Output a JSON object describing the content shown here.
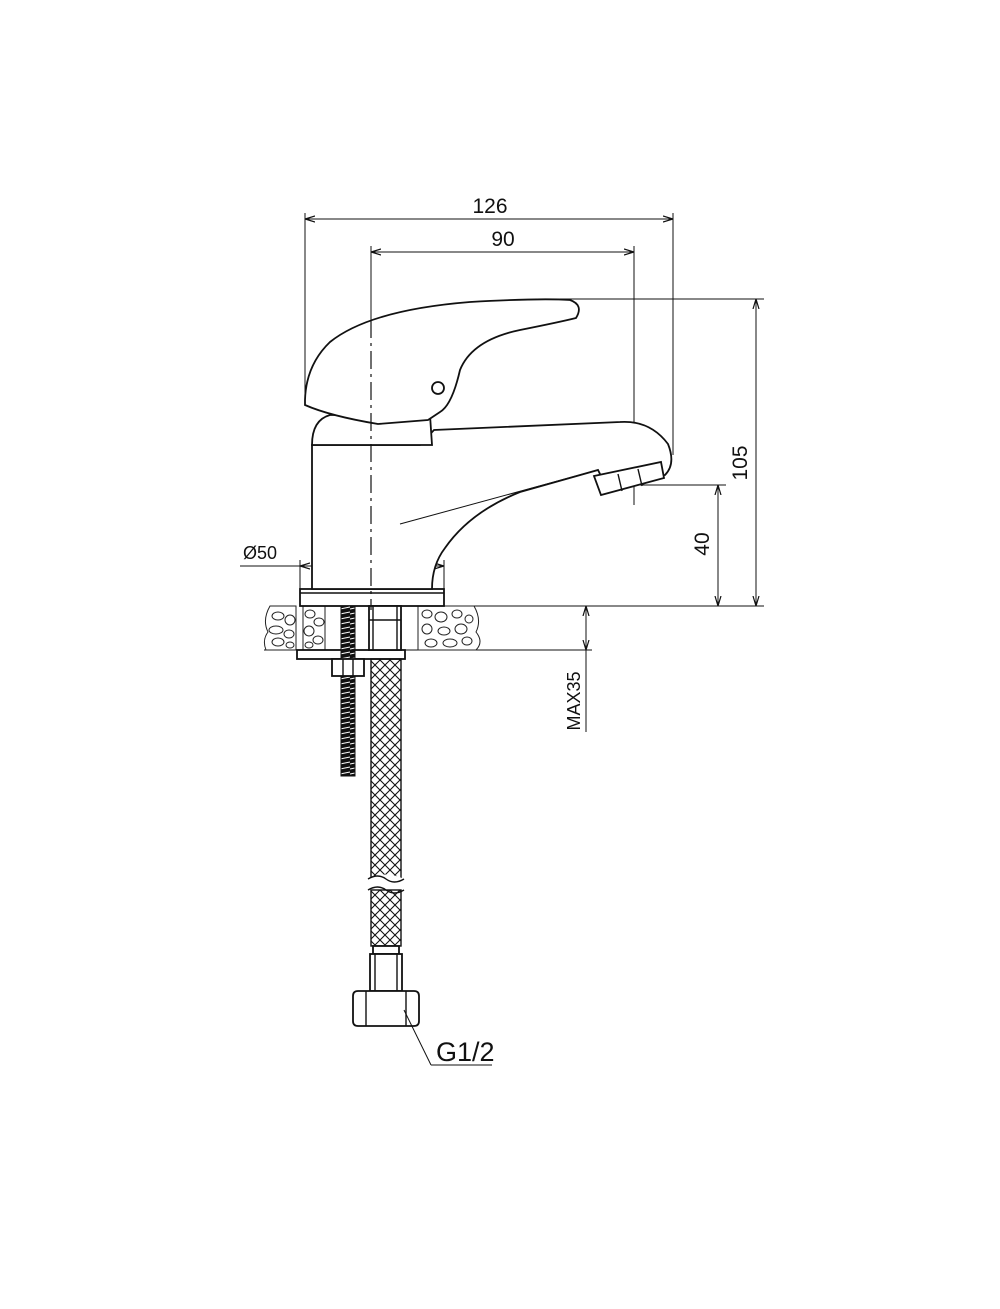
{
  "dimensions": {
    "overall_length": "126",
    "spout_reach": "90",
    "overall_height": "105",
    "spout_height": "40",
    "base_diameter": "Ø50",
    "max_deck_thickness": "MAX35"
  },
  "callouts": {
    "connection_thread": "G1/2"
  }
}
